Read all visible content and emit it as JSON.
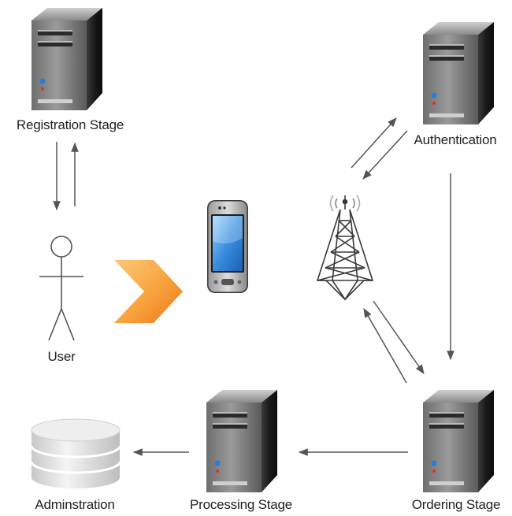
{
  "labels": {
    "registration": "Registration Stage",
    "authentication": "Authentication",
    "user": "User",
    "processing": "Processing Stage",
    "ordering": "Ordering Stage",
    "administration": "Adminstration"
  },
  "icons": {
    "server": "server-tower-icon",
    "phone": "smartphone-icon",
    "tower": "radio-tower-icon",
    "user": "stick-figure-icon",
    "database": "database-icon",
    "chevron": "chevron-right-icon"
  },
  "colors": {
    "arrow": "#555555",
    "chevron_light": "#f9b24a",
    "chevron_dark": "#f27d1a",
    "server_dark": "#1c1c1c",
    "phone_screen": "#3a8fe0",
    "database": "#d9d9d9"
  }
}
